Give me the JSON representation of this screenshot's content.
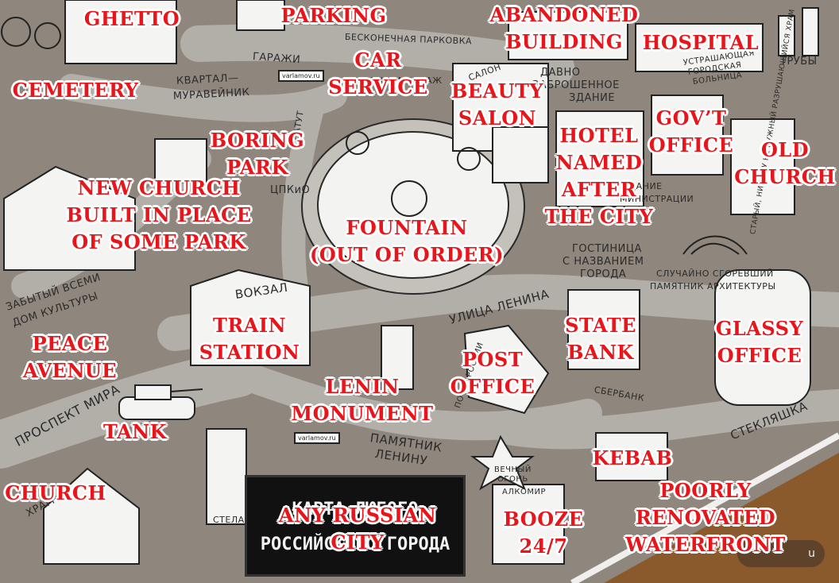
{
  "labels": {
    "ghetto": "GHETTO",
    "parking": "PARKING",
    "abandoned_1": "ABANDONED",
    "abandoned_2": "BUILDING",
    "hospital": "HOSPITAL",
    "car_service_1": "CAR",
    "car_service_2": "SERVICE",
    "beauty_salon_1": "BEAUTY",
    "beauty_salon_2": "SALON",
    "cemetery": "CEMETERY",
    "govt_office_1": "GOV’T",
    "govt_office_2": "OFFICE",
    "old_church_1": "OLD",
    "old_church_2": "CHURCH",
    "boring_park_1": "BORING",
    "boring_park_2": "PARK",
    "hotel_1": "HOTEL",
    "hotel_2": "NAMED",
    "hotel_3": "AFTER",
    "hotel_4": "THE CITY",
    "new_church_1": "NEW CHURCH",
    "new_church_2": "BUILT IN PLACE",
    "new_church_3": "OF SOME PARK",
    "fountain_1": "FOUNTAIN",
    "fountain_2": "(OUT OF ORDER)",
    "train_station_1": "TRAIN",
    "train_station_2": "STATION",
    "state_bank_1": "STATE",
    "state_bank_2": "BANK",
    "glassy_office_1": "GLASSY",
    "glassy_office_2": "OFFICE",
    "peace_avenue_1": "PEACE",
    "peace_avenue_2": "AVENUE",
    "post_office_1": "POST",
    "post_office_2": "OFFICE",
    "lenin_monument_1": "LENIN",
    "lenin_monument_2": "MONUMENT",
    "tank": "TANK",
    "kebab": "KEBAB",
    "church": "CHURCH",
    "any_russian_city_1": "ANY RUSSIAN",
    "any_russian_city_2": "CITY",
    "booze_1": "BOOZE",
    "booze_2": "24/7",
    "waterfront_1": "POORLY",
    "waterfront_2": "RENOVATED",
    "waterfront_3": "WATERFRONT"
  },
  "russian": {
    "garages": "ГАРАЖИ",
    "endless_park": "БЕСКОНЕЧНАЯ ПАРКОВКА",
    "tire_service": "ШИНОМОНТАЖ",
    "quarter": "КВАРТАЛ—",
    "anthill": "МУРАВЕЙНИК",
    "long_abandoned_1": "ДАВНО",
    "long_abandoned_2": "ЗАБРОШЕННОЕ",
    "long_abandoned_3": "ЗДАНИЕ",
    "city_hospital_1": "УСТРАШАЮЩАЯ",
    "city_hospital_2": "ГОРОДСКАЯ",
    "city_hospital_3": "БОЛЬНИЦА",
    "pipes": "ТРУБЫ",
    "salon": "САЛОН",
    "cpkio": "ЦПКиО",
    "batut": "БАТУТ",
    "ministry_1": "ЗДАНИЕ",
    "ministry_2": "МИНИСТРАЦИИ",
    "hotel_ru_1": "ГОСТИНИЦА",
    "hotel_ru_2": "С НАЗВАНИЕМ",
    "hotel_ru_3": "ГОРОДА",
    "burned_1": "СЛУЧАЙНО СГОРЕВШИЙ",
    "burned_2": "ПАМЯТНИК АРХИТЕКТУРЫ",
    "old_church_ru": "СТАРЫЙ, НИКОМУ НЕ НУЖНЫЙ РАЗРУШАЮЩИЙСЯ ХРАМ",
    "forgotten_1": "ЗАБЫТЫЙ ВСЕМИ",
    "forgotten_2": "ДОМ КУЛЬТУРЫ",
    "vokzal": "ВОКЗАЛ",
    "lenin_street": "УЛИЦА ЛЕНИНА",
    "prospekt": "ПРОСПЕКТ МИРА",
    "sberbank": "СБЕРБАНК",
    "steklyashka": "СТЕКЛЯШКА",
    "pamyatnik_1": "ПАМЯТНИК",
    "pamyatnik_2": "ЛЕНИНУ",
    "eternal_1": "ВЕЧНЫЙ",
    "eternal_2": "ОГОНЬ",
    "post_ru": "ПОЧТА РОССИИ",
    "stela": "СТЕЛА",
    "hram": "ХРАМ",
    "alkomir": "АЛКОМИР",
    "badge_url": "varlamov.ru"
  },
  "sign": {
    "line1": "КАРТА ЛЮБОГО",
    "line2": "РОССИЙСКОГО ГОРОДА"
  },
  "watermark": "u",
  "colors": {
    "ground": "#8f877d",
    "road": "#b3b0aa",
    "label_red": "#e8151a",
    "waterfront": "#8a5a2c"
  }
}
